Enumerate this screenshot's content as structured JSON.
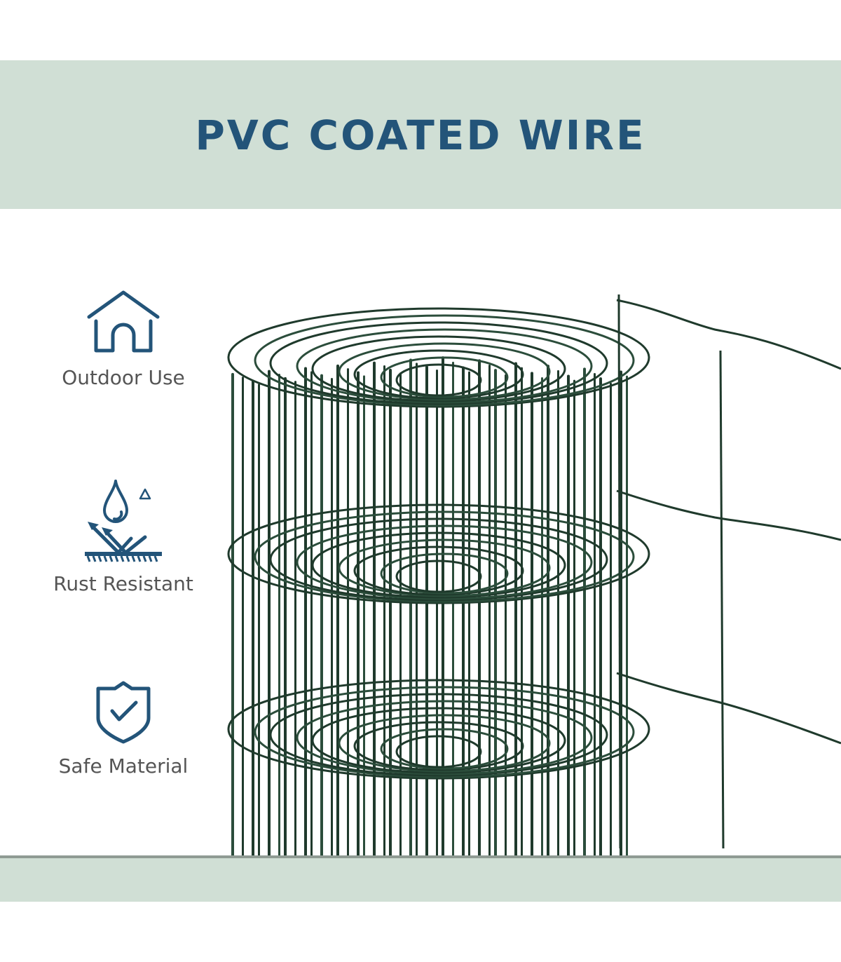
{
  "banner": {
    "title": "PVC COATED WIRE"
  },
  "features": [
    {
      "icon": "house-icon",
      "label": "Outdoor Use"
    },
    {
      "icon": "water-drop-repel-icon",
      "label": "Rust Resistant"
    },
    {
      "icon": "shield-check-icon",
      "label": "Safe Material"
    }
  ],
  "product_image": {
    "subject": "green PVC coated welded wire mesh roll, partially unrolled"
  },
  "colors": {
    "accent": "#235479",
    "band": "#d0dfd5",
    "label_text": "#555555",
    "wire": "#1f3a2c"
  }
}
